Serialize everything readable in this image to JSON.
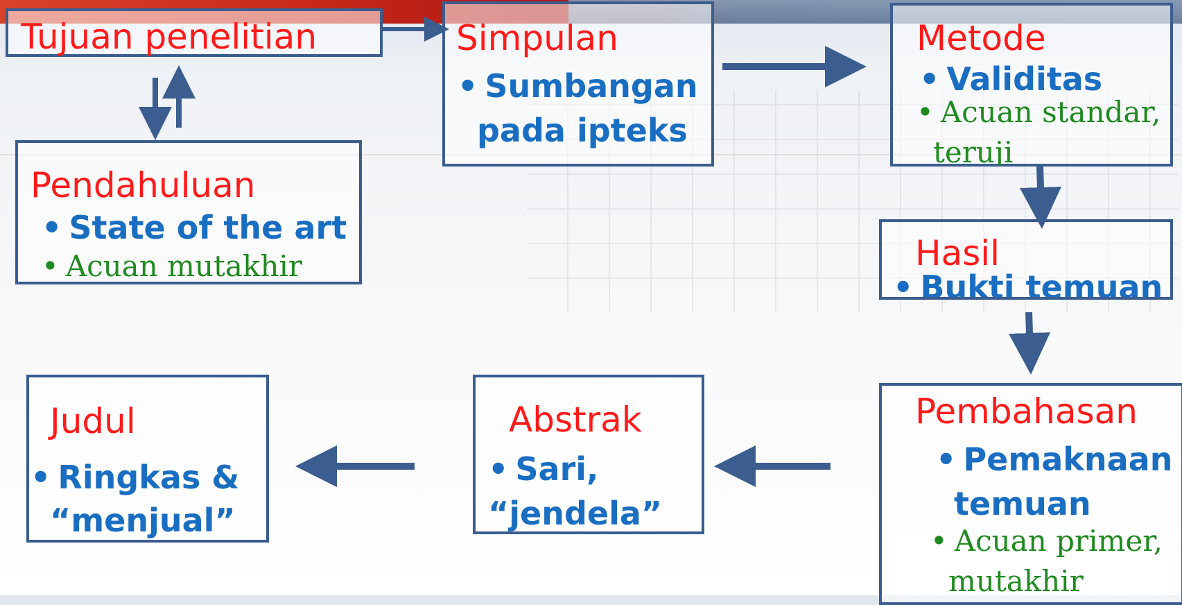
{
  "nodes": {
    "tujuan": {
      "title": "Tujuan penelitian"
    },
    "simpulan": {
      "title": "Simpulan",
      "bullets": [
        "Sumbangan",
        "pada ipteks"
      ]
    },
    "metode": {
      "title": "Metode",
      "bullet1": "Validitas",
      "bullet2a": "Acuan standar,",
      "bullet2b": "teruji"
    },
    "pendahuluan": {
      "title": "Pendahuluan",
      "bullet1": "State of the art",
      "bullet2": "Acuan mutakhir"
    },
    "hasil": {
      "title": "Hasil",
      "bullet1": "Bukti temuan"
    },
    "judul": {
      "title": "Judul",
      "bullet1a": "Ringkas &",
      "bullet1b": "“menjual”"
    },
    "abstrak": {
      "title": "Abstrak",
      "bullet1a": "Sari,",
      "bullet1b": "“jendela”"
    },
    "pembahasan": {
      "title": "Pembahasan",
      "bullet1a": "Pemaknaan",
      "bullet1b": "temuan",
      "bullet2a": "Acuan primer,",
      "bullet2b": "mutakhir"
    }
  },
  "bullet_symbol": "•",
  "colors": {
    "title": "#ff1a1a",
    "bullet_blue": "#1a6ec2",
    "bullet_green": "#1f8a1f",
    "border": "#3b5d8f"
  }
}
